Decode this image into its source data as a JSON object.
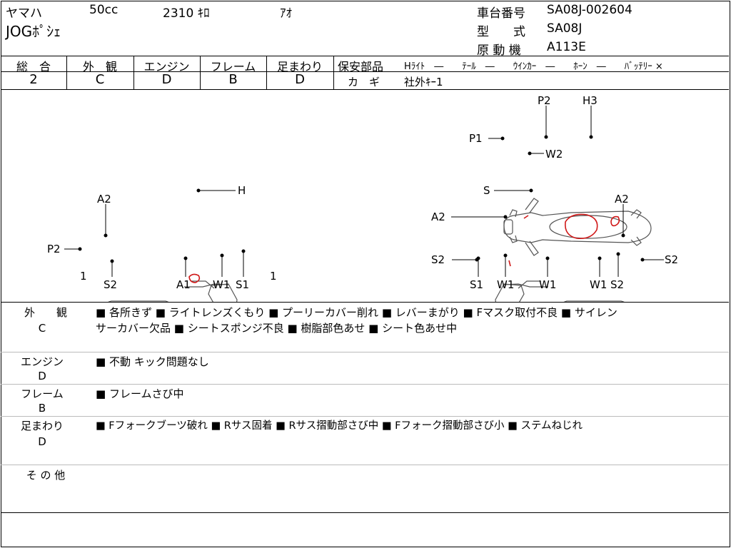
{
  "header": {
    "maker": "ヤマハ",
    "displacement": "50cc",
    "mileage": "2310 ｷﾛ",
    "color": "ｱｵ",
    "model_name": "JOGﾎﾟｼｪ",
    "frame_no_label": "車台番号",
    "frame_no": "SA08J-002604",
    "type_label": "型　　式",
    "type": "SA08J",
    "engine_label": "原 動 機",
    "engine": "A113E"
  },
  "grades": {
    "headers": [
      "総　合",
      "外　観",
      "エンジン",
      "フレーム",
      "足まわり"
    ],
    "values": [
      "2",
      "C",
      "D",
      "B",
      "D"
    ]
  },
  "safety": {
    "title": "保安部品",
    "items": "Hﾗｲﾄ　―　　ﾃｰﾙ　―　　ｳｲﾝｶｰ　―　　ﾎｰﾝ　―　　ﾊﾞｯﾃﾘｰ ×",
    "key_label": "カ　ギ",
    "key_value": "社外ｷｰ1"
  },
  "diagram": {
    "left_labels": [
      "A2",
      "P2",
      "1",
      "S2",
      "A1",
      "W1",
      "S1",
      "1",
      "H"
    ],
    "right_labels": [
      "S",
      "A2",
      "A2",
      "S2",
      "S1",
      "W1",
      "W1",
      "W1",
      "S2",
      "S2"
    ],
    "top_labels": [
      "P2",
      "H3",
      "P1",
      "W2"
    ],
    "stray_mark": "1"
  },
  "notes": [
    {
      "category": "外　　観",
      "grade": "C",
      "lines": [
        "■ 各所きず ■ ライトレンズくもり ■ プーリーカバー削れ ■ レバーまがり ■ Fマスク取付不良 ■ サイレン",
        "サーカバー欠品 ■ シートスポンジ不良 ■ 樹脂部色あせ ■ シート色あせ中"
      ]
    },
    {
      "category": "エンジン",
      "grade": "D",
      "lines": [
        "■ 不動 キック問題なし"
      ]
    },
    {
      "category": "フレーム",
      "grade": "B",
      "lines": [
        "■ フレームさび中"
      ]
    },
    {
      "category": "足まわり",
      "grade": "D",
      "lines": [
        "■ Fフォークブーツ破れ ■ Rサス固着 ■ Rサス摺動部さび中 ■ Fフォーク摺動部さび小 ■ ステムねじれ"
      ]
    },
    {
      "category": "そ の 他",
      "grade": "",
      "lines": []
    }
  ],
  "colors": {
    "mark_red": "#d01818",
    "line": "#000000",
    "sketch": "#555555"
  }
}
